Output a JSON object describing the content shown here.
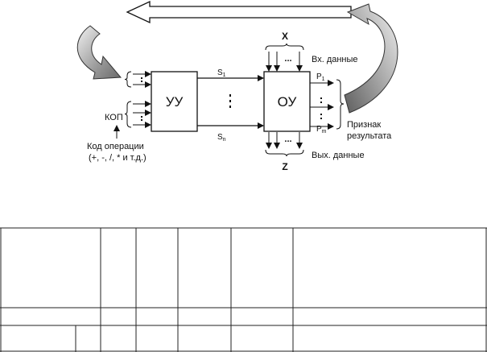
{
  "diagram": {
    "control_unit": "УУ",
    "operational_unit": "ОУ",
    "signal_first": "S",
    "signal_first_sub": "1",
    "signal_last": "S",
    "signal_last_sub": "n",
    "input_bus": "X",
    "output_bus": "Z",
    "input_data": "Вх. данные",
    "output_data": "Вых. данные",
    "result_first": "P",
    "result_first_sub": "1",
    "result_last": "P",
    "result_last_sub": "m",
    "result_sign_line1": "Признак",
    "result_sign_line2": "результата",
    "opcode": "КОП",
    "opcode_desc_line1": "Код операции",
    "opcode_desc_line2": "(+, -, /, * и т.д.)",
    "ellipsis": "..."
  }
}
